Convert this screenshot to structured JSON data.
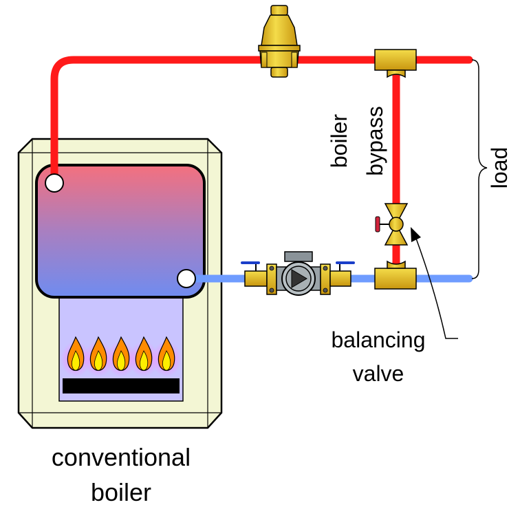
{
  "labels": {
    "boiler_name_line1": "conventional",
    "boiler_name_line2": "boiler",
    "bypass_line1": "boiler",
    "bypass_line2": "bypass",
    "load": "load",
    "valve_line1": "balancing",
    "valve_line2": "valve"
  },
  "colors": {
    "supply_pipe": "#ff1a1a",
    "return_pipe": "#6f9cff",
    "boiler_cabinet": "#f3f6d4",
    "combustion_chamber": "#c9c4ff",
    "brass": "#e8c21e",
    "burner": "#000000"
  },
  "components": {
    "air_separator": "air-separator-icon",
    "circulator": "circulator-pump-icon",
    "balancing_valve": "globe-valve-icon",
    "flames": "flame-icon",
    "tees": "tee-fitting-icon"
  }
}
